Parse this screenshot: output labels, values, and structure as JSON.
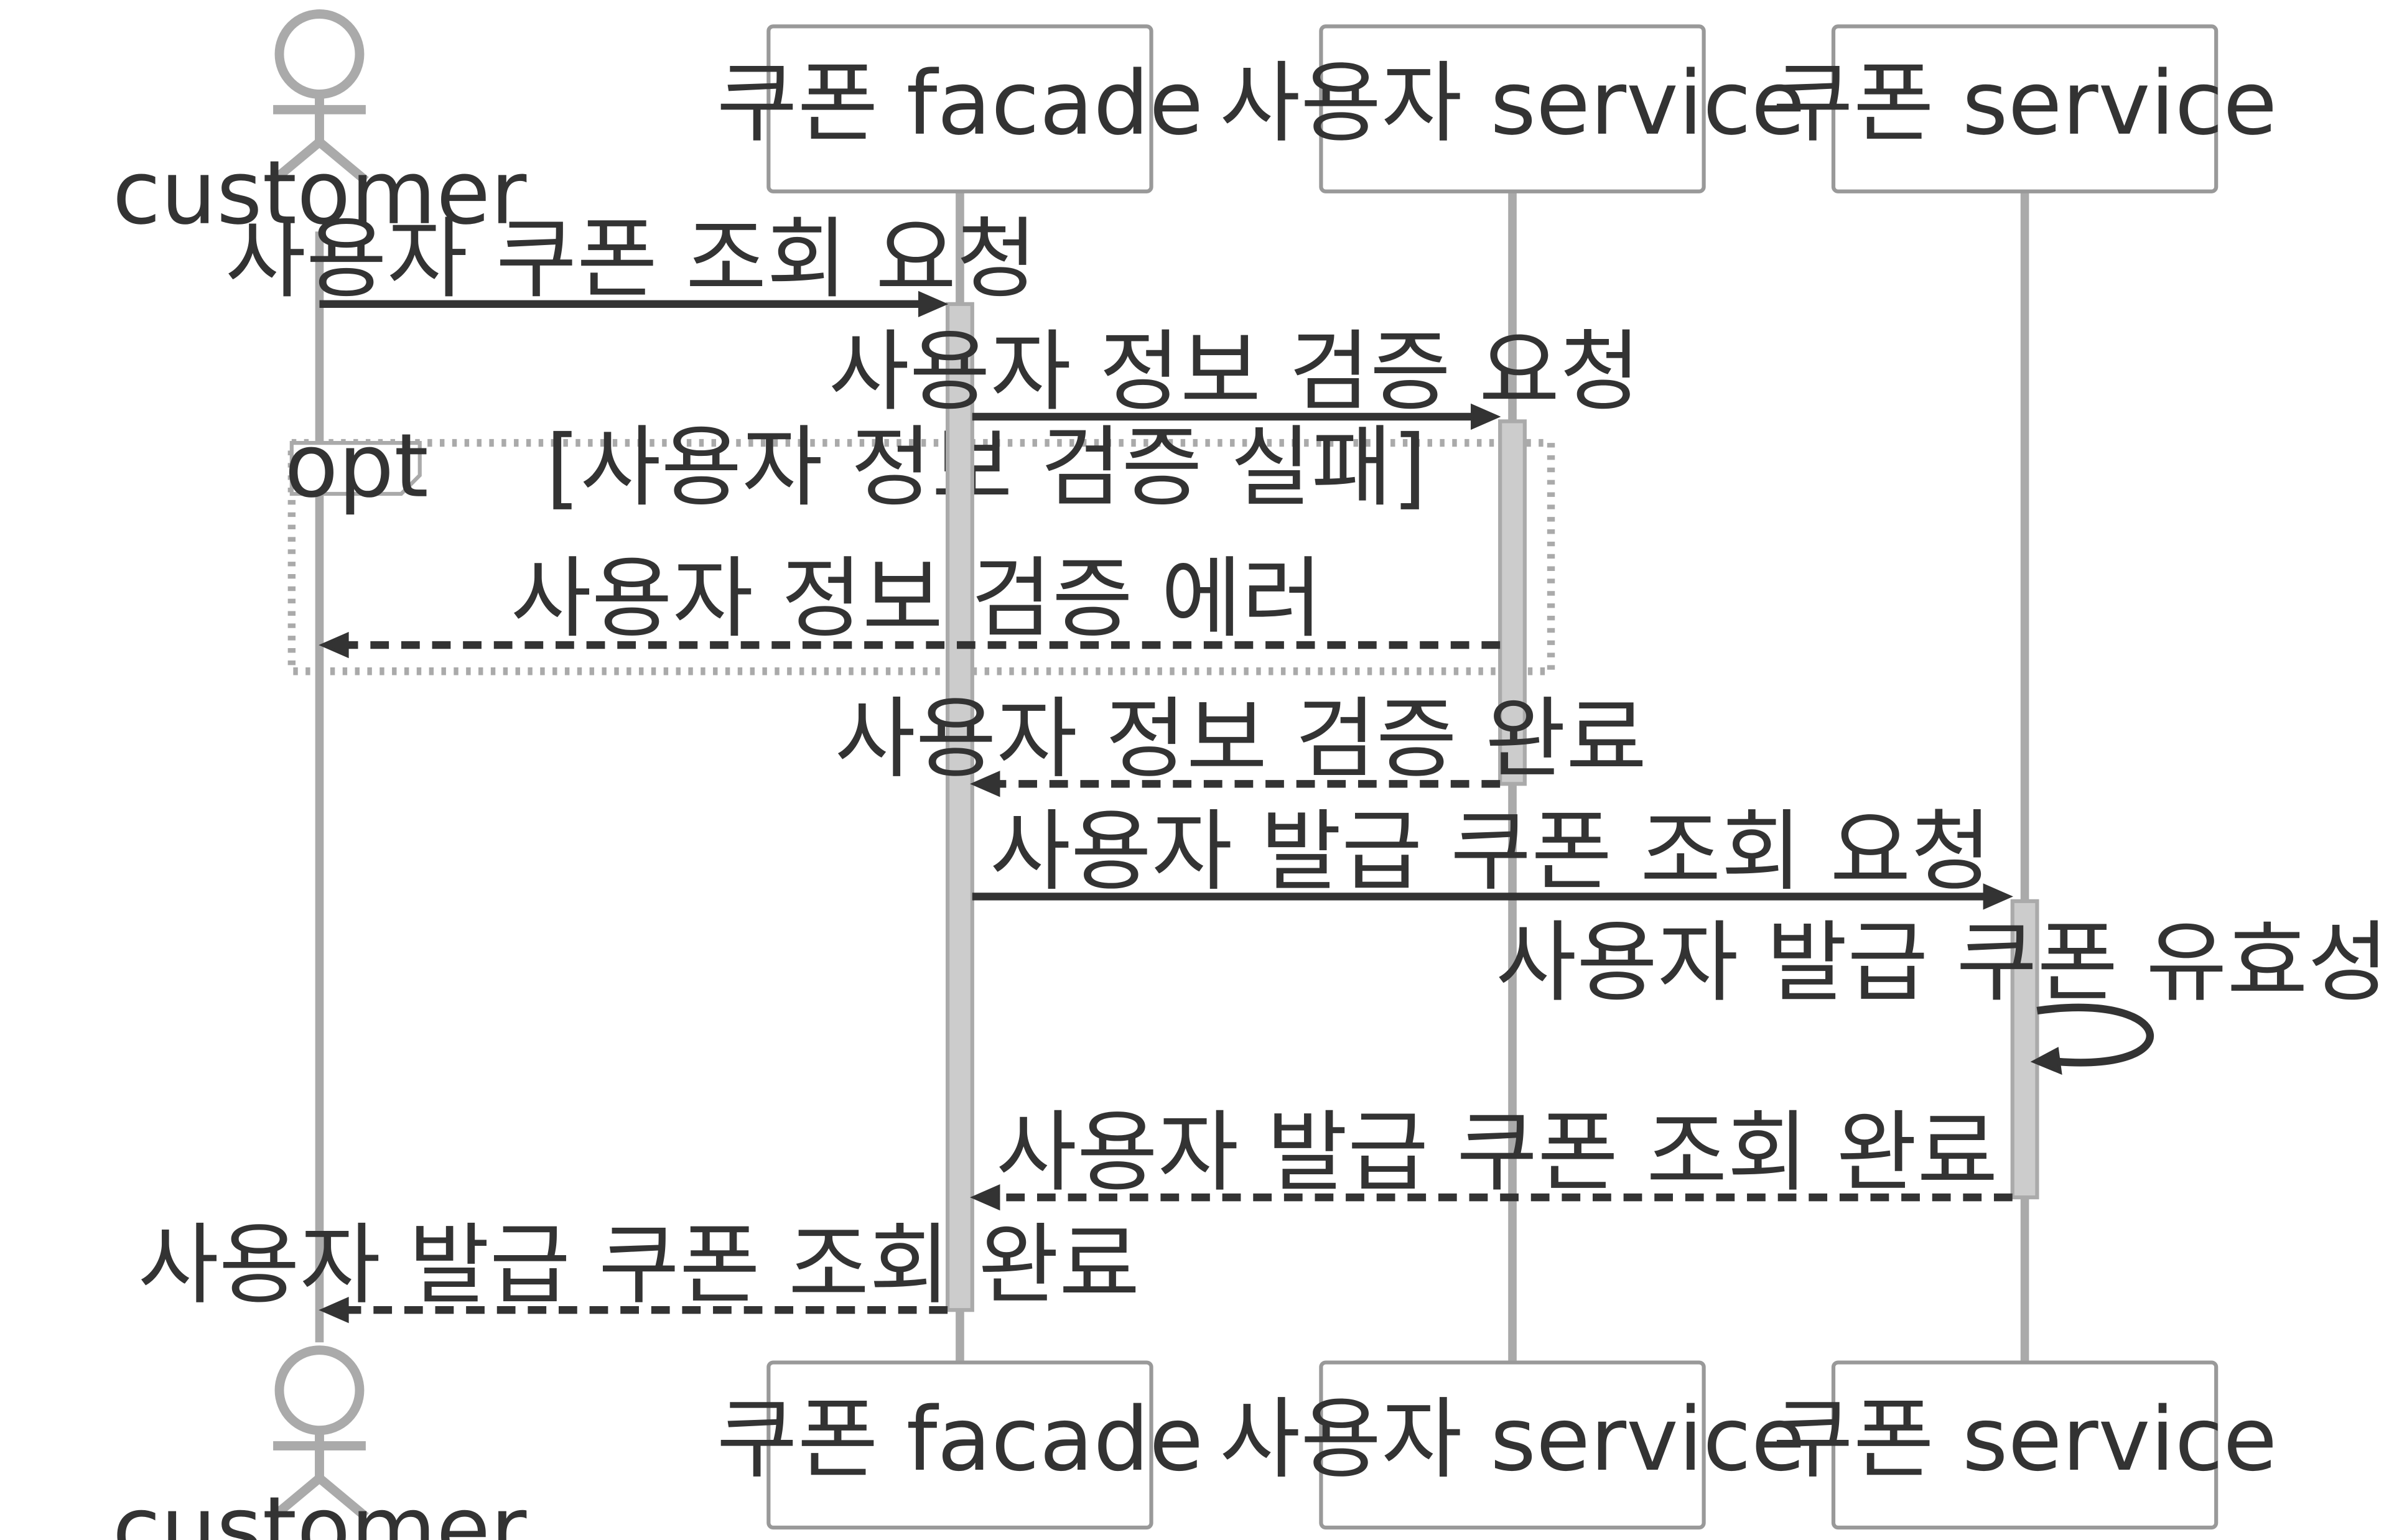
{
  "actor": {
    "label": "customer"
  },
  "participants": [
    {
      "id": "facade",
      "label": "쿠폰 facade"
    },
    {
      "id": "user-service",
      "label": "사용자 service"
    },
    {
      "id": "coupon-service",
      "label": "쿠폰 service"
    }
  ],
  "frame": {
    "kind": "opt",
    "condition": "[사용자 정보 검증 실패]"
  },
  "messages": [
    {
      "from": "customer",
      "to": "facade",
      "style": "solid",
      "text": "사용자 쿠폰 조회 요청"
    },
    {
      "from": "facade",
      "to": "user-service",
      "style": "solid",
      "text": "사용자 정보 검증 요청"
    },
    {
      "from": "user-service",
      "to": "customer",
      "style": "dashed",
      "text": "사용자 정보 검증 에러"
    },
    {
      "from": "user-service",
      "to": "facade",
      "style": "dashed",
      "text": "사용자 정보 검증 완료"
    },
    {
      "from": "facade",
      "to": "coupon-service",
      "style": "solid",
      "text": "사용자 발급 쿠폰 조회 요청"
    },
    {
      "from": "coupon-service",
      "to": "coupon-service",
      "style": "solid",
      "text": "사용자 발급 쿠폰 유효성 확인"
    },
    {
      "from": "coupon-service",
      "to": "facade",
      "style": "dashed",
      "text": "사용자 발급 쿠폰 조회 완료"
    },
    {
      "from": "facade",
      "to": "customer",
      "style": "dashed",
      "text": "사용자 발급 쿠폰 조회 완료"
    }
  ],
  "colors": {
    "line": "#333333",
    "lifeline": "#aaaaaa",
    "box_border": "#999999",
    "activation": "#cccccc"
  }
}
